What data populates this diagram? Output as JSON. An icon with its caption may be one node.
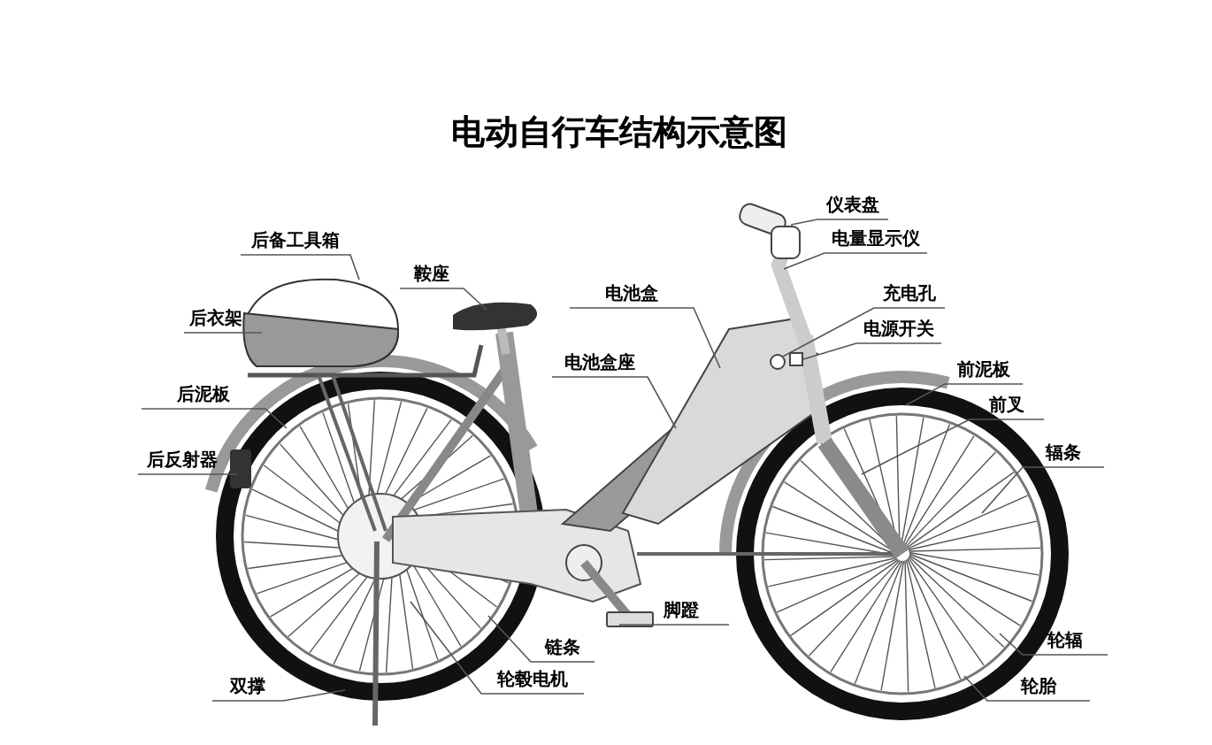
{
  "diagram": {
    "title": "电动自行车结构示意图",
    "nodes": [
      {
        "text": [
          "仪表盘"
        ]
      },
      {
        "text": [
          "电量显示仪"
        ]
      },
      {
        "text": [
          "后备工具箱"
        ]
      },
      {
        "text": [
          "鞍座"
        ]
      },
      {
        "text": [
          "电池盒"
        ]
      },
      {
        "text": [
          "充电孔"
        ]
      },
      {
        "text": [
          "后衣架"
        ]
      },
      {
        "text": [
          "电源开关"
        ]
      },
      {
        "text": [
          "电池盒座"
        ]
      },
      {
        "text": [
          "前泥板"
        ]
      },
      {
        "text": [
          "后泥板"
        ]
      },
      {
        "text": [
          "前叉"
        ]
      },
      {
        "text": [
          "辐条"
        ]
      },
      {
        "text": [
          "后反射器"
        ]
      },
      {
        "text": [
          "脚蹬"
        ]
      },
      {
        "text": [
          "轮辐"
        ]
      },
      {
        "text": [
          "链条"
        ]
      },
      {
        "text": [
          "双撑"
        ]
      },
      {
        "text": [
          "轮毂电机"
        ]
      },
      {
        "text": [
          "轮胎"
        ]
      },
      {
        "text": [],
        "shape": "box"
      },
      {
        "text": [],
        "shape": "circle"
      }
    ],
    "edges": [
      {
        "from": 0,
        "to": null,
        "arrow": "none"
      },
      {
        "from": 1,
        "to": null,
        "arrow": "none"
      },
      {
        "from": 2,
        "to": null,
        "arrow": "none"
      },
      {
        "from": 3,
        "to": null,
        "arrow": "none"
      },
      {
        "from": 4,
        "to": null,
        "arrow": "none"
      },
      {
        "from": 5,
        "to": 21,
        "arrow": "none"
      },
      {
        "from": 6,
        "to": null,
        "arrow": "none"
      },
      {
        "from": 7,
        "to": 20,
        "arrow": "none"
      },
      {
        "from": 8,
        "to": null,
        "arrow": "none"
      },
      {
        "from": 9,
        "to": null,
        "arrow": "none"
      },
      {
        "from": 10,
        "to": null,
        "arrow": "none"
      },
      {
        "from": 11,
        "to": null,
        "arrow": "none"
      },
      {
        "from": 12,
        "to": null,
        "arrow": "none"
      },
      {
        "from": 13,
        "to": null,
        "arrow": "none"
      },
      {
        "from": 14,
        "to": null,
        "arrow": "none"
      },
      {
        "from": 15,
        "to": null,
        "arrow": "none"
      },
      {
        "from": 16,
        "to": null,
        "arrow": "none"
      },
      {
        "from": 17,
        "to": null,
        "arrow": "none"
      },
      {
        "from": 18,
        "to": null,
        "arrow": "none"
      },
      {
        "from": 19,
        "to": null,
        "arrow": "none"
      }
    ]
  }
}
